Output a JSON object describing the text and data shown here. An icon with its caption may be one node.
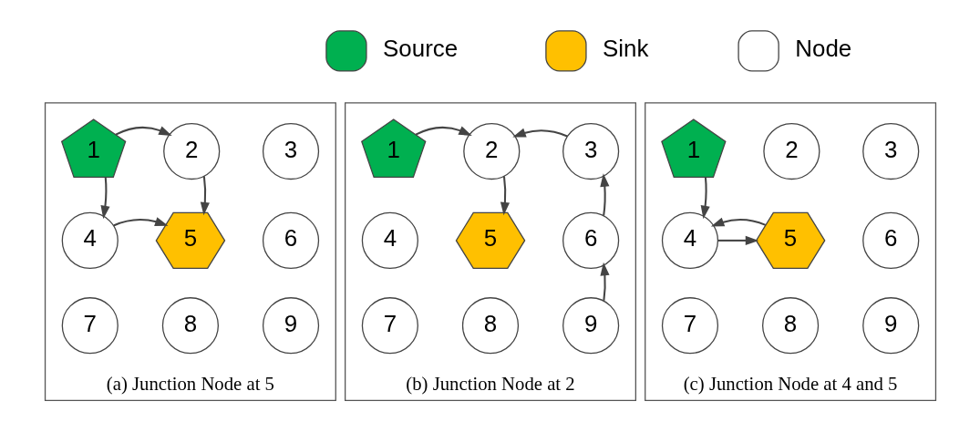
{
  "diagram": {
    "nodes": [
      {
        "text": [
          "(a) Junction Node at 5"
        ]
      },
      {
        "text": [
          "1"
        ],
        "in": 0
      },
      {
        "text": [
          "2"
        ],
        "in": 0
      },
      {
        "text": [
          "3"
        ],
        "in": 0
      },
      {
        "text": [
          "4"
        ],
        "in": 0
      },
      {
        "text": [
          "5"
        ],
        "in": 0
      },
      {
        "text": [
          "6"
        ],
        "in": 0
      },
      {
        "text": [
          "7"
        ],
        "in": 0
      },
      {
        "text": [
          "8"
        ],
        "in": 0
      },
      {
        "text": [
          "9"
        ],
        "in": 0
      },
      {
        "text": [
          "(b) Junction Node at 2"
        ]
      },
      {
        "text": [
          "1"
        ],
        "in": 10
      },
      {
        "text": [
          "2"
        ],
        "in": 10
      },
      {
        "text": [
          "3"
        ],
        "in": 10
      },
      {
        "text": [
          "4"
        ],
        "in": 10
      },
      {
        "text": [
          "5"
        ],
        "in": 10
      },
      {
        "text": [
          "6"
        ],
        "in": 10
      },
      {
        "text": [
          "7"
        ],
        "in": 10
      },
      {
        "text": [
          "8"
        ],
        "in": 10
      },
      {
        "text": [
          "9"
        ],
        "in": 10
      },
      {
        "text": [
          "(c) Junction Node at 4 and 5"
        ]
      },
      {
        "text": [
          "1"
        ],
        "in": 20
      },
      {
        "text": [
          "2"
        ],
        "in": 20
      },
      {
        "text": [
          "3"
        ],
        "in": 20
      },
      {
        "text": [
          "4"
        ],
        "in": 20
      },
      {
        "text": [
          "5"
        ],
        "in": 20
      },
      {
        "text": [
          "6"
        ],
        "in": 20
      },
      {
        "text": [
          "7"
        ],
        "in": 20
      },
      {
        "text": [
          "8"
        ],
        "in": 20
      },
      {
        "text": [
          "9"
        ],
        "in": 20
      }
    ],
    "edges": [
      {
        "from": 1,
        "to": 2,
        "arrow": "to"
      },
      {
        "from": 1,
        "to": 4,
        "arrow": "to"
      },
      {
        "from": 2,
        "to": 5,
        "arrow": "to"
      },
      {
        "from": 4,
        "to": 5,
        "arrow": "to"
      },
      {
        "from": 11,
        "to": 12,
        "arrow": "to"
      },
      {
        "from": 13,
        "to": 12,
        "arrow": "to"
      },
      {
        "from": 12,
        "to": 15,
        "arrow": "to"
      },
      {
        "from": 16,
        "to": 13,
        "arrow": "to"
      },
      {
        "from": 19,
        "to": 16,
        "arrow": "to"
      },
      {
        "from": 21,
        "to": 24,
        "arrow": "to"
      },
      {
        "from": 24,
        "to": 25,
        "arrow": "to"
      },
      {
        "from": 25,
        "to": 24,
        "arrow": "to"
      }
    ],
    "legend": [
      {
        "text": "Source",
        "color": "#00b050"
      },
      {
        "text": "Sink",
        "color": "#ffc000"
      },
      {
        "text": "Node",
        "color": "#ffffff"
      }
    ]
  }
}
